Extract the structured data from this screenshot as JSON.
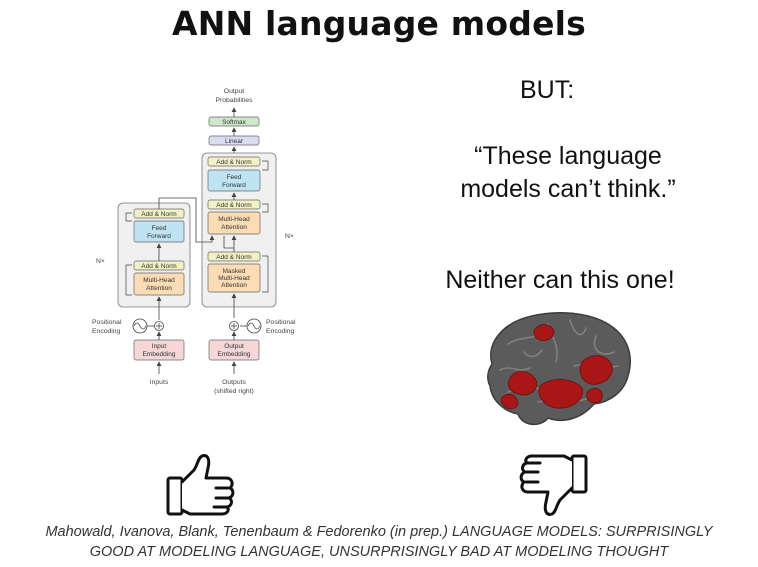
{
  "title": "ANN language models",
  "right": {
    "but": "BUT:",
    "quote_line1": "“These language",
    "quote_line2": "models can’t think.”",
    "neither": "Neither can this one!"
  },
  "transformer": {
    "output_probabilities": [
      "Output",
      "Probabilities"
    ],
    "softmax": "Softmax",
    "linear": "Linear",
    "add_norm": "Add & Norm",
    "feed_forward": [
      "Feed",
      "Forward"
    ],
    "multi_head_attention": [
      "Multi-Head",
      "Attention"
    ],
    "masked_multi_head_attention": [
      "Masked",
      "Multi-Head",
      "Attention"
    ],
    "nx": "N×",
    "positional_encoding": [
      "Positional",
      "Encoding"
    ],
    "input_embedding": [
      "Input",
      "Embedding"
    ],
    "output_embedding": [
      "Output",
      "Embedding"
    ],
    "inputs": "Inputs",
    "outputs": [
      "Outputs",
      "(shifted right)"
    ]
  },
  "icons": [
    "thumbs-up-icon",
    "thumbs-down-icon",
    "brain-image"
  ],
  "colors": {
    "feed_forward": "#bfe3f2",
    "attention": "#fbdcb4",
    "add_norm": "#f1f2c4",
    "embedding": "#f6d6d6",
    "softmax": "#cfe8c9",
    "linear": "#dcdcf0",
    "brain_highlight": "#a81616"
  },
  "citation": {
    "line1": "Mahowald, Ivanova, Blank, Tenenbaum & Fedorenko (in prep.) LANGUAGE MODELS: SURPRISINGLY",
    "line2": "GOOD AT MODELING LANGUAGE, UNSURPRISINGLY BAD AT MODELING THOUGHT"
  }
}
